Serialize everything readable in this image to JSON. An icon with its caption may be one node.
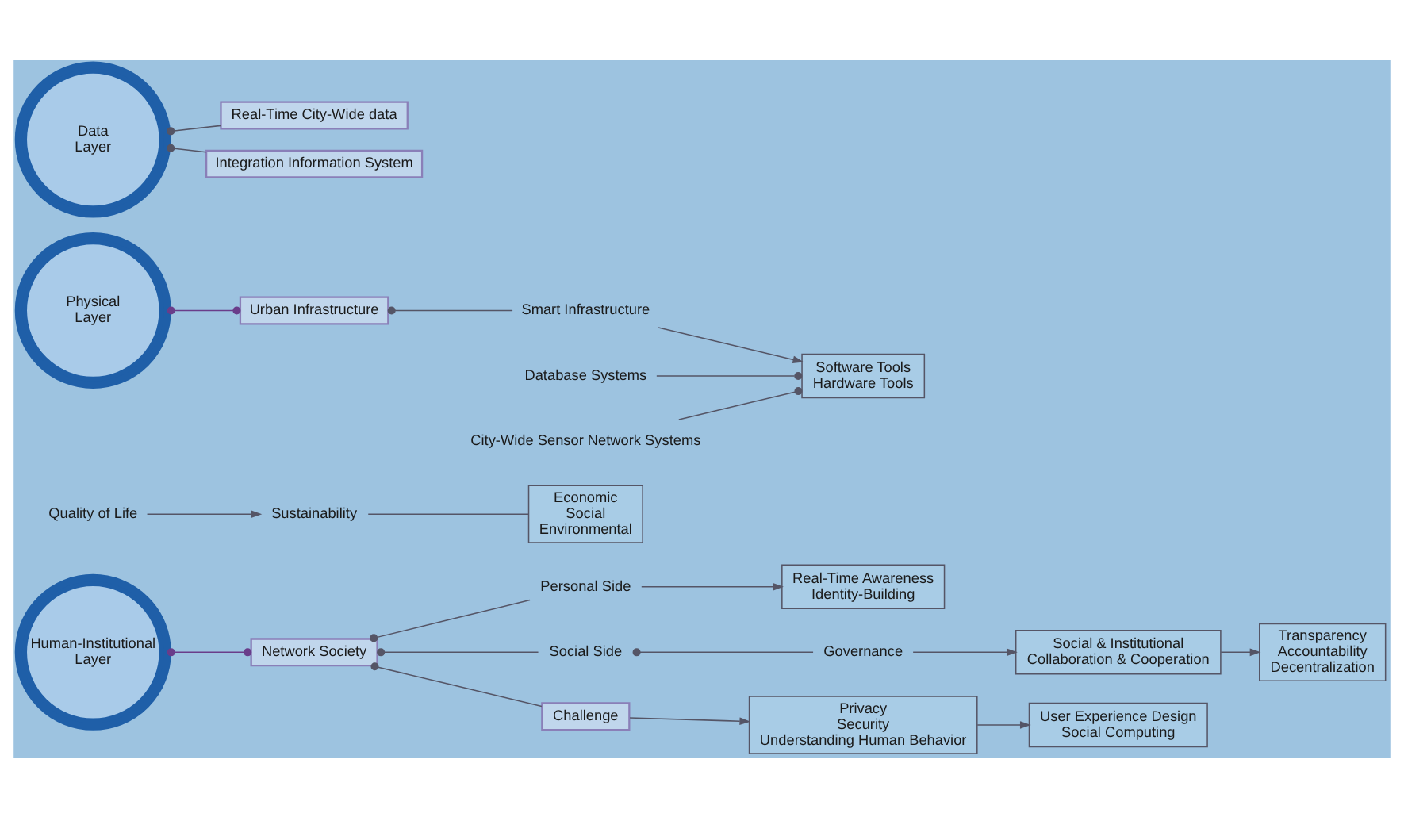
{
  "diagram": {
    "nodes": [
      {
        "text": [
          "Human-Institutional Layer"
        ]
      },
      {
        "text": [
          "Network Society"
        ]
      },
      {
        "text": [
          "Personal Side"
        ]
      },
      {
        "text": [
          "Real-Time Awareness",
          "Identity-Building"
        ]
      },
      {
        "text": [
          "Social Side"
        ]
      },
      {
        "text": [
          "Governance"
        ]
      },
      {
        "text": [
          "Social & Institutional",
          "Collaboration & Cooperation"
        ]
      },
      {
        "text": [
          "Transparency",
          "Accountability",
          "Decentralization"
        ]
      },
      {
        "text": [
          "Quality of Life"
        ]
      },
      {
        "text": [
          "Sustainability"
        ]
      },
      {
        "text": [
          "Economic",
          "Social",
          "Environmental"
        ]
      },
      {
        "text": [
          "Challenge"
        ]
      },
      {
        "text": [
          "Privacy",
          "Security",
          "Understanding Human Behavior"
        ]
      },
      {
        "text": [
          "User Experience Design",
          "Social Computing"
        ]
      },
      {
        "text": [
          "Physical Layer"
        ]
      },
      {
        "text": [
          "Urban Infrastructure"
        ]
      },
      {
        "text": [
          "Smart Infrastructure"
        ]
      },
      {
        "text": [
          "Software Tools",
          "Hardware Tools"
        ]
      },
      {
        "text": [
          "Database Systems"
        ]
      },
      {
        "text": [
          "City-Wide Sensor Network Systems"
        ]
      },
      {
        "text": [
          "Data Layer"
        ]
      },
      {
        "text": [
          "Real-Time City-Wide data"
        ]
      },
      {
        "text": [
          "Integration Information System"
        ]
      }
    ],
    "edges": [
      {
        "from": 0,
        "to": 1,
        "arrow": "other"
      },
      {
        "from": 1,
        "to": 2,
        "arrow": "other"
      },
      {
        "from": 1,
        "to": 4,
        "arrow": "other"
      },
      {
        "from": 1,
        "to": 11,
        "arrow": "other"
      },
      {
        "from": 2,
        "to": 3,
        "arrow": "to"
      },
      {
        "from": 4,
        "to": 5,
        "arrow": "other"
      },
      {
        "from": 5,
        "to": 6,
        "arrow": "to"
      },
      {
        "from": 6,
        "to": 7,
        "arrow": "to"
      },
      {
        "from": 8,
        "to": 9,
        "arrow": "to"
      },
      {
        "from": 9,
        "to": 10,
        "arrow": "none"
      },
      {
        "from": 11,
        "to": 12,
        "arrow": "to"
      },
      {
        "from": 12,
        "to": 13,
        "arrow": "to"
      },
      {
        "from": 14,
        "to": 15,
        "arrow": "other"
      },
      {
        "from": 15,
        "to": 16,
        "arrow": "other"
      },
      {
        "from": 16,
        "to": 17,
        "arrow": "to"
      },
      {
        "from": 18,
        "to": 17,
        "arrow": "other"
      },
      {
        "from": 19,
        "to": 17,
        "arrow": "other"
      },
      {
        "from": 20,
        "to": 21,
        "arrow": "other"
      },
      {
        "from": 20,
        "to": 22,
        "arrow": "other"
      }
    ]
  }
}
